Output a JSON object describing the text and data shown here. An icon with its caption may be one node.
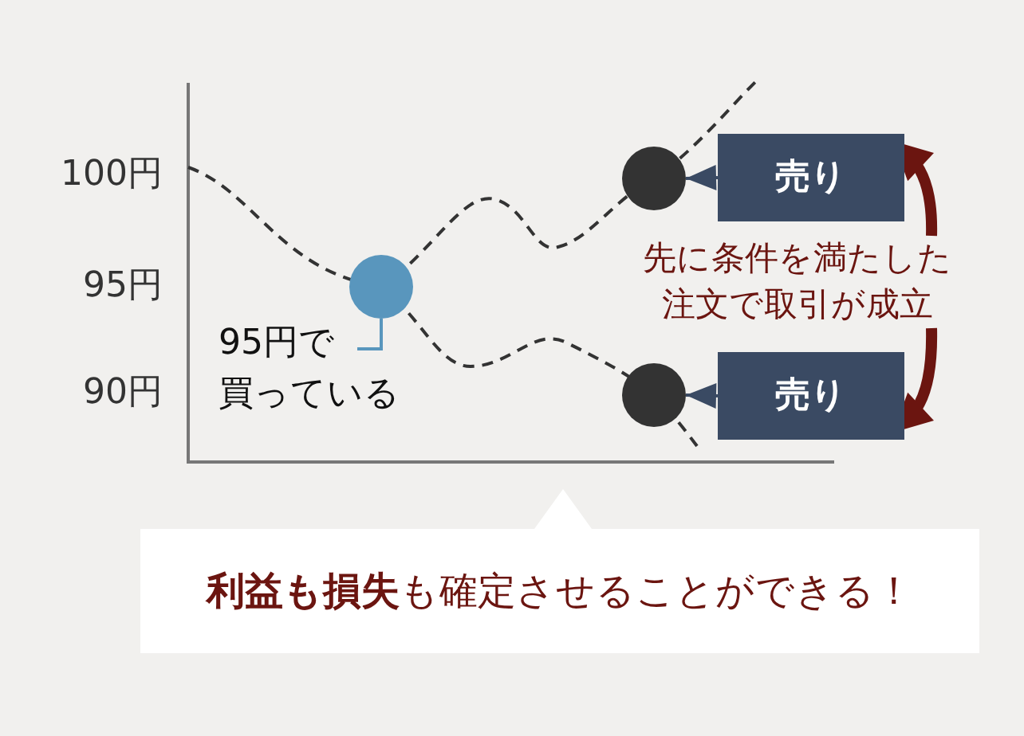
{
  "diagram": {
    "nodes": [
      {
        "text": [],
        "shape": "circle"
      },
      {
        "text": [
          "95円で買っている"
        ]
      },
      {
        "text": [],
        "shape": "circle"
      },
      {
        "text": [
          "売り"
        ]
      },
      {
        "text": [],
        "shape": "circle"
      },
      {
        "text": [
          "売り"
        ]
      },
      {
        "text": [
          "先に条件を満たした注文で取引が成立"
        ]
      },
      {
        "text": [
          "**利益も損失**も確定させることができる！"
        ]
      }
    ],
    "edges": [
      {
        "from": 1,
        "to": 0,
        "arrow": "none",
        "color": "#5996bd"
      },
      {
        "from": 3,
        "to": 2,
        "arrow": "to",
        "color": "#3a4a63"
      },
      {
        "from": 5,
        "to": 4,
        "arrow": "to",
        "color": "#3a4a63"
      },
      {
        "from": 6,
        "to": 3,
        "arrow": "to",
        "style": "thick",
        "color": "#6b1510"
      },
      {
        "from": 6,
        "to": 5,
        "arrow": "to",
        "style": "thick",
        "color": "#6b1510"
      }
    ],
    "labels": [
      "100円",
      "95円",
      "90円"
    ]
  }
}
